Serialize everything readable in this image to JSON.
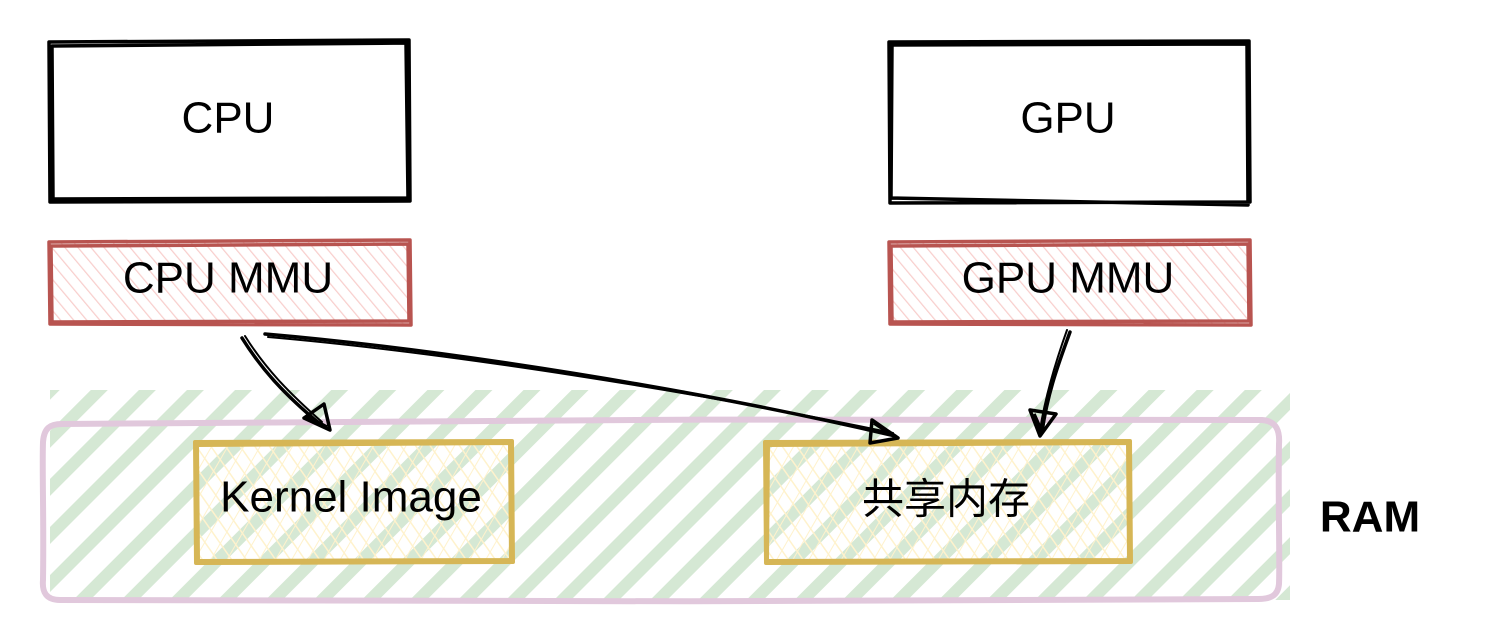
{
  "colors": {
    "outline": "#000000",
    "mmu_stroke": "#b85450",
    "mmu_hatch": "#f8cecc",
    "ram_stroke": "#e1c8dc",
    "ram_hatch": "#d5e8d4",
    "region_stroke": "#d6b656",
    "region_hatch": "#fff2cc"
  },
  "nodes": {
    "cpu": "CPU",
    "gpu": "GPU",
    "cpu_mmu": "CPU MMU",
    "gpu_mmu": "GPU MMU",
    "kernel_image": "Kernel Image",
    "shared_memory": "共享内存",
    "ram": "RAM"
  },
  "edges": [
    {
      "from": "CPU MMU",
      "to": "Kernel Image"
    },
    {
      "from": "CPU MMU",
      "to": "共享内存"
    },
    {
      "from": "GPU MMU",
      "to": "共享内存"
    }
  ]
}
